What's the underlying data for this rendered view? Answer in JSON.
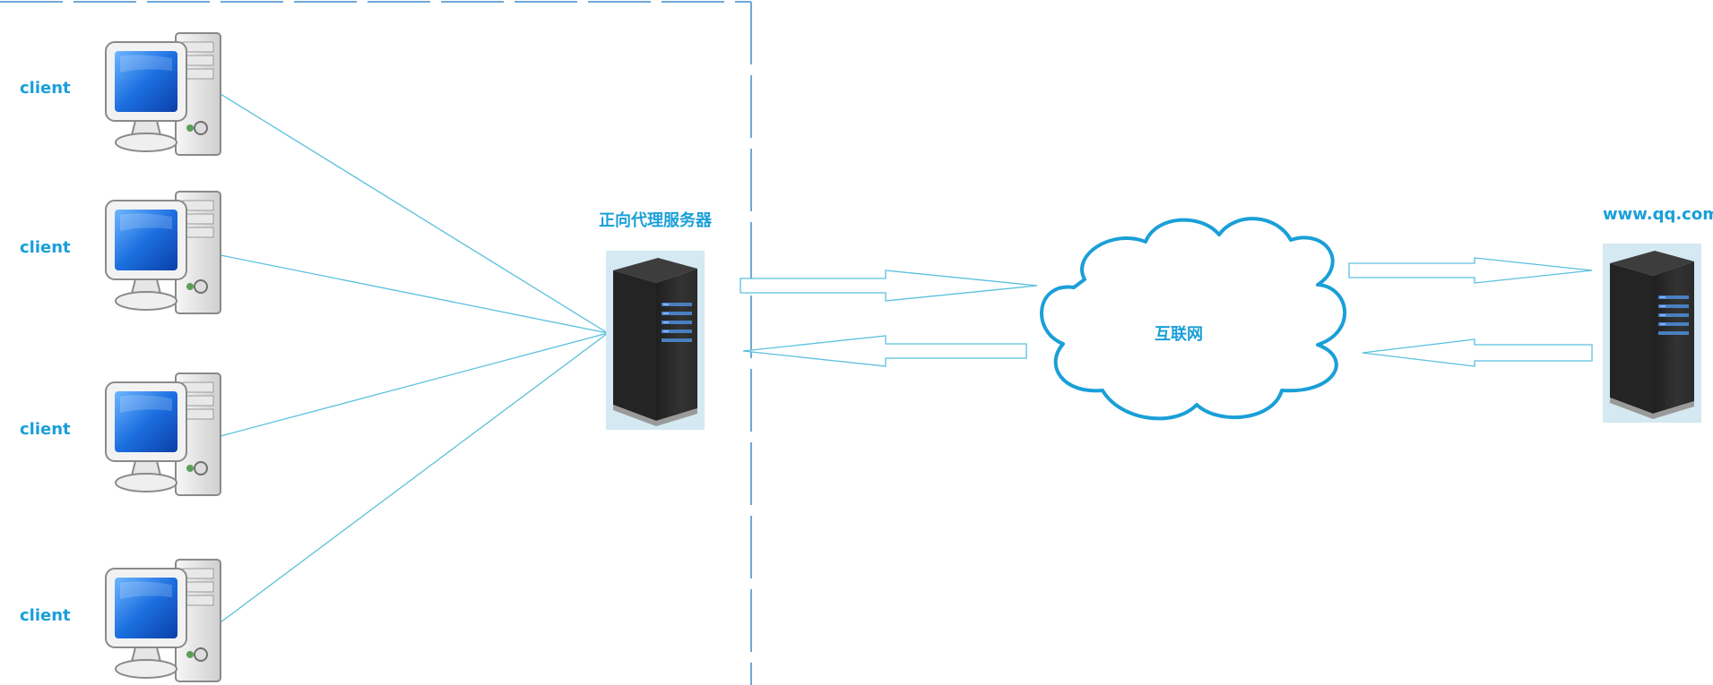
{
  "clients": [
    {
      "label": "client"
    },
    {
      "label": "client"
    },
    {
      "label": "client"
    },
    {
      "label": "client"
    }
  ],
  "proxy": {
    "label": "正向代理服务器"
  },
  "internet": {
    "label": "互联网"
  },
  "target": {
    "label": "www.qq.com"
  },
  "colors": {
    "accent": "#1a9fd8",
    "line": "#5bc0de",
    "server": "#2b2b2b",
    "server_bg": "#d4e9f2"
  }
}
